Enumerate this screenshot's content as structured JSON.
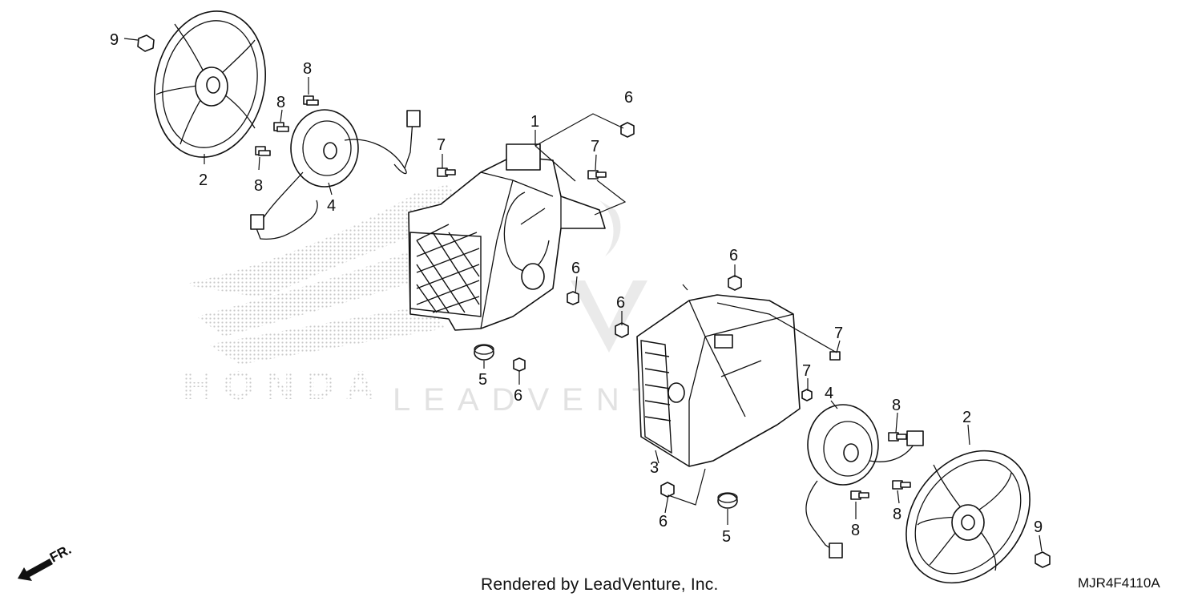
{
  "diagram": {
    "callouts": {
      "c1": "1",
      "c2a": "2",
      "c2b": "2",
      "c3": "3",
      "c4a": "4",
      "c4b": "4",
      "c5a": "5",
      "c5b": "5",
      "c6a": "6",
      "c6b": "6",
      "c6c": "6",
      "c6d": "6",
      "c6e": "6",
      "c6f": "6",
      "c7a": "7",
      "c7b": "7",
      "c7c": "7",
      "c7d": "7",
      "c8a": "8",
      "c8b": "8",
      "c8c": "8",
      "c8d": "8",
      "c8e": "8",
      "c8f": "8",
      "c9a": "9",
      "c9b": "9"
    },
    "watermark_brand": "HONDA",
    "watermark_dealer": "LEADVENTURE",
    "direction_label": "FR."
  },
  "footer": {
    "rendered_by": "Rendered by LeadVenture, Inc.",
    "diagram_code": "MJR4F4110A"
  }
}
